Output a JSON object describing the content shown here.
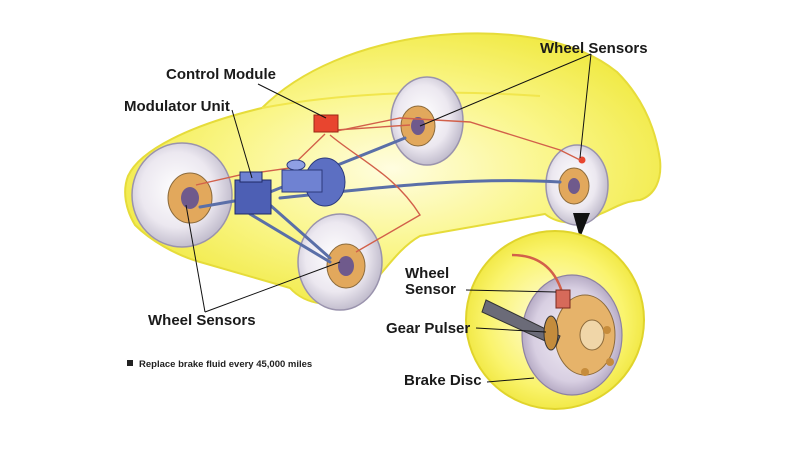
{
  "labels": {
    "control_module": "Control Module",
    "modulator_unit": "Modulator Unit",
    "wheel_sensors_top": "Wheel Sensors",
    "wheel_sensors_bottom": "Wheel Sensors",
    "wheel_sensor_line1": "Wheel",
    "wheel_sensor_line2": "Sensor",
    "gear_pulser": "Gear Pulser",
    "brake_disc": "Brake Disc"
  },
  "note": "Replace brake fluid every 45,000 miles",
  "colors": {
    "car_body": "#f7f36a",
    "car_outline": "#e9dc3a",
    "tire": "#e8e4ec",
    "hub": "#e7b56a",
    "brake_line": "#5a6fa8",
    "sensor_wire": "#d2604a",
    "control_module": "#e8452f",
    "modulator": "#4d5fb4"
  }
}
